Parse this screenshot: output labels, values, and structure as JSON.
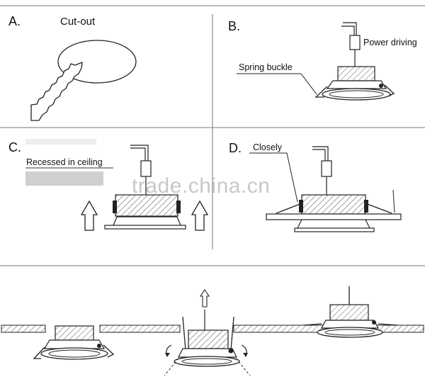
{
  "panels": {
    "a": {
      "letter": "A.",
      "caption": "Cut-out"
    },
    "b": {
      "letter": "B.",
      "power_label": "Power driving",
      "spring_label": "Spring buckle"
    },
    "c": {
      "letter": "C.",
      "ceiling_label": "Recessed in ceiling"
    },
    "d": {
      "letter": "D.",
      "closely_label": "Closely"
    }
  },
  "watermark": "trade.china.cn",
  "colors": {
    "stroke": "#222222",
    "ceiling_gray": "#cfcfcf",
    "watermark": "#c8c8c8"
  }
}
